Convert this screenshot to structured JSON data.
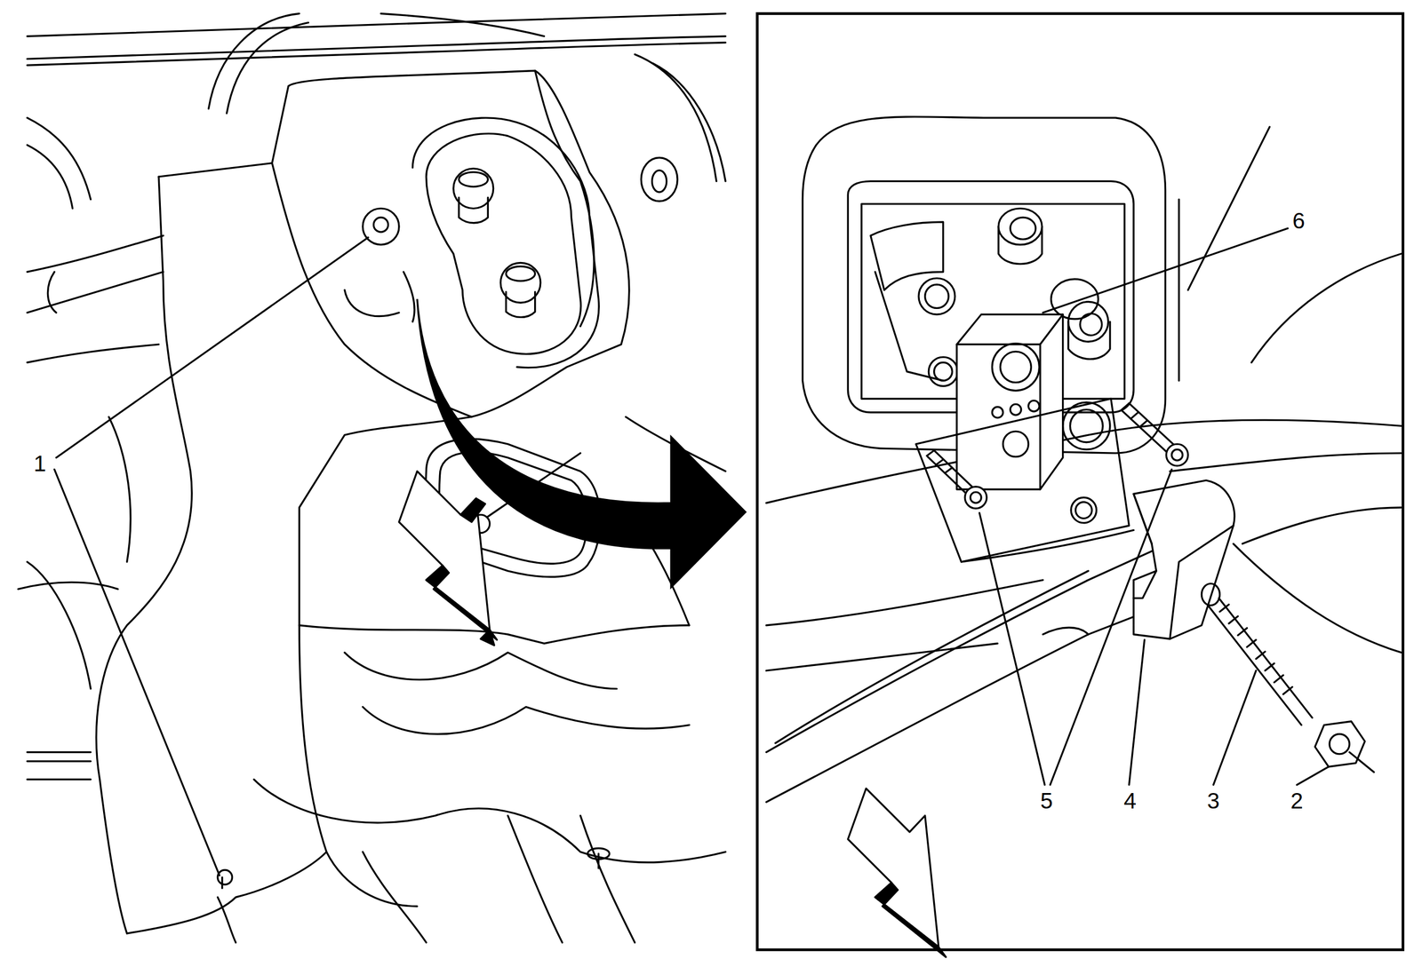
{
  "diagram": {
    "labels": [
      "1",
      "6",
      "5",
      "4",
      "3",
      "2"
    ]
  }
}
